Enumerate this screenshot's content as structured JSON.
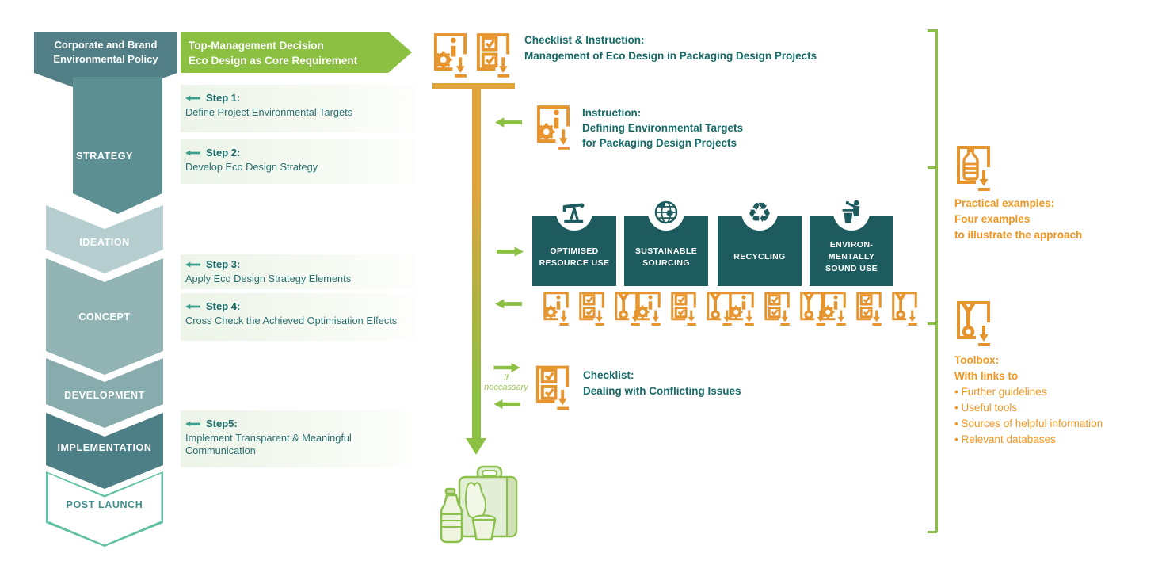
{
  "colors": {
    "dark_teal_box": "#1e5b5e",
    "policy_box": "#527f85",
    "strategy": "#5b8f92",
    "ideation": "#b6ced0",
    "concept": "#92b4b5",
    "development": "#88abad",
    "implementation": "#4d7f86",
    "post_launch_border": "#5fc0a4",
    "green": "#8bc043",
    "orange": "#e6952e",
    "orange_line": "#e0a33c",
    "teal_text": "#176b68",
    "step_arrow": "#3aa08b"
  },
  "policy_box": {
    "text": "Corporate and Brand\nEnvironmental Policy"
  },
  "banner": {
    "line1": "Top-Management Decision",
    "line2": "Eco Design as Core Requirement"
  },
  "phases": [
    {
      "label": "STRATEGY"
    },
    {
      "label": "IDEATION"
    },
    {
      "label": "CONCEPT"
    },
    {
      "label": "DEVELOPMENT"
    },
    {
      "label": "IMPLEMENTATION"
    },
    {
      "label": "POST LAUNCH"
    }
  ],
  "steps": [
    {
      "label": "Step 1:",
      "desc": "Define Project Environmental Targets"
    },
    {
      "label": "Step 2:",
      "desc": "Develop Eco Design Strategy"
    },
    {
      "label": "Step 3:",
      "desc": "Apply Eco Design Strategy Elements"
    },
    {
      "label": "Step 4:",
      "desc": "Cross Check the Achieved Optimisation Effects"
    },
    {
      "label": "Step5:",
      "desc": "Implement Transparent & Meaningful Communication"
    }
  ],
  "top_section": {
    "title": "Checklist & Instruction:",
    "subtitle": "Management of Eco Design in Packaging Design Projects"
  },
  "instruction_section": {
    "title": "Instruction:",
    "line1": "Defining Environmental Targets",
    "line2": "for Packaging Design Projects"
  },
  "strategy_boxes": [
    {
      "label": "OPTIMISED\nRESOURCE USE",
      "icon": "oil-pump-icon"
    },
    {
      "label": "SUSTAINABLE\nSOURCING",
      "icon": "globe-icon"
    },
    {
      "label": "RECYCLING",
      "icon": "recycling-icon"
    },
    {
      "label": "ENVIRON-\nMENTALLY\nSOUND USE",
      "icon": "person-bin-icon"
    }
  ],
  "conflict_section": {
    "condition_line1": "if",
    "condition_line2": "neccassary",
    "title": "Checklist:",
    "subtitle": "Dealing with Conflicting Issues"
  },
  "examples_section": {
    "title": "Practical examples:",
    "line1": "Four examples",
    "line2": "to illustrate the approach"
  },
  "toolbox_section": {
    "title": "Toolbox:",
    "subtitle": "With links to",
    "bullet": "•",
    "items": [
      "Further guidelines",
      "Useful tools",
      "Sources of helpful information",
      "Relevant databases"
    ]
  }
}
